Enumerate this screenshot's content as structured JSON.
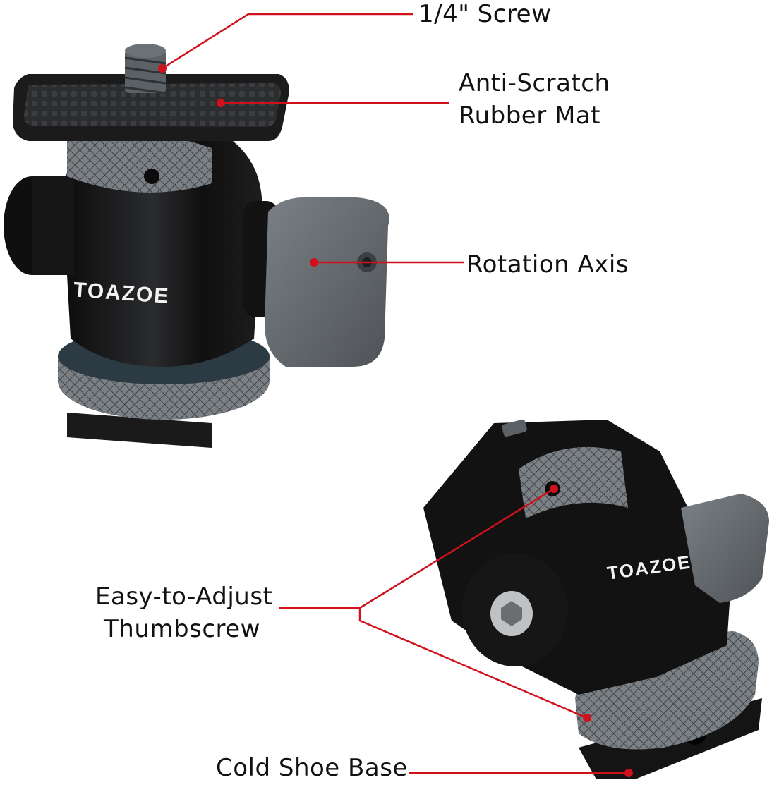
{
  "brand": "TOAZOE",
  "callouts": {
    "screw": "1/4\" Screw",
    "mat_line1": "Anti-Scratch",
    "mat_line2": "Rubber Mat",
    "axis": "Rotation Axis",
    "thumb_line1": "Easy-to-Adjust",
    "thumb_line2": "Thumbscrew",
    "base": "Cold Shoe Base"
  },
  "colors": {
    "leader_line": "#d0101a",
    "body_black": "#141414",
    "knurl_gray": "#7d8287",
    "knob_gray": "#6a6f73",
    "background": "#ffffff"
  }
}
